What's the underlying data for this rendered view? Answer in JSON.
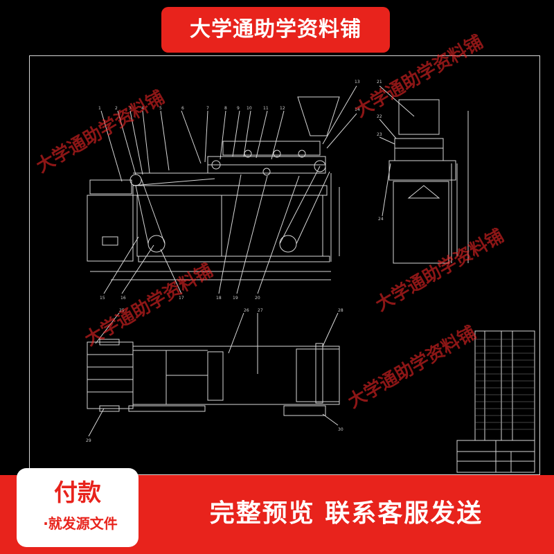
{
  "banner": {
    "title": "大学通助学资料铺"
  },
  "watermarks": [
    "大学通助学资料铺",
    "大学通助学资料铺",
    "大学通助学资料铺",
    "大学通助学资料铺",
    "大学通助学资料铺"
  ],
  "footer": {
    "pay_label": "付款",
    "pay_sub": "·就发源文件",
    "slogan": "完整预览  联系客服发送"
  },
  "part_numbers": [
    "1",
    "2",
    "3",
    "4",
    "5",
    "6",
    "7",
    "8",
    "9",
    "10",
    "11",
    "12",
    "13",
    "14",
    "15",
    "16",
    "17",
    "18",
    "19",
    "20",
    "21",
    "22",
    "23",
    "24",
    "25",
    "26",
    "27",
    "28",
    "29",
    "30"
  ],
  "colors": {
    "accent": "#e8231c",
    "background": "#000000",
    "lines": "#d8d8d8"
  }
}
